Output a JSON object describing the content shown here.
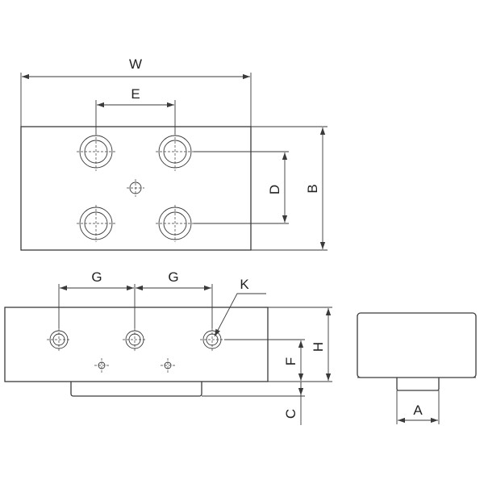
{
  "labels": {
    "W": "W",
    "E": "E",
    "D": "D",
    "B": "B",
    "G1": "G",
    "G2": "G",
    "K": "K",
    "H": "H",
    "F": "F",
    "C": "C",
    "A": "A"
  }
}
